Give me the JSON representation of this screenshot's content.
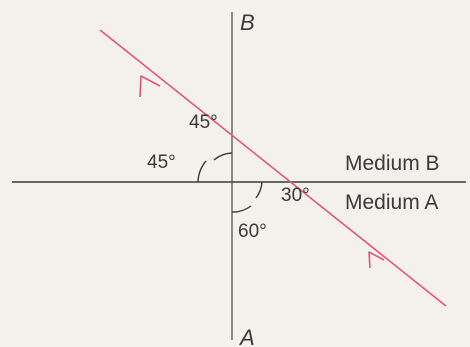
{
  "axis_labels": {
    "top": "B",
    "bottom": "A"
  },
  "media": {
    "upper": "Medium B",
    "lower": "Medium A"
  },
  "angles": {
    "upper_from_normal": "45°",
    "upper_from_surface": "45°",
    "lower_from_surface": "30°",
    "lower_from_normal": "60°"
  },
  "colors": {
    "ray": "#e0557e",
    "lines": "#3b3b3b",
    "background": "#f4f1ec"
  }
}
